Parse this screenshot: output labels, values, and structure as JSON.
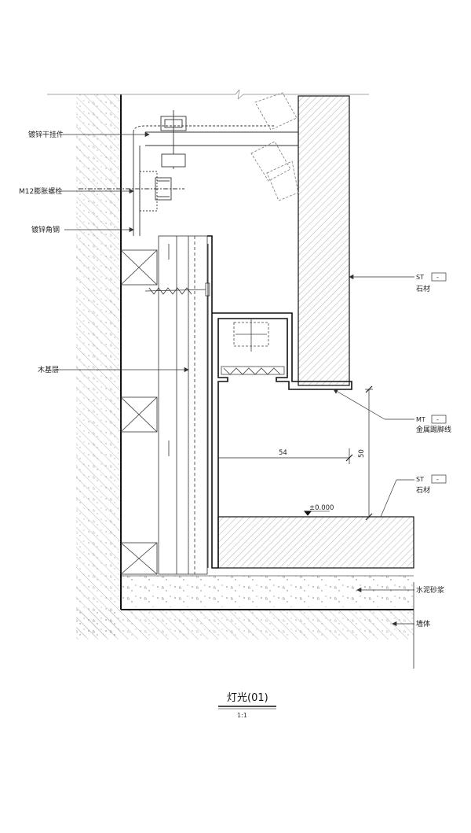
{
  "drawing": {
    "title": "灯光(01)",
    "scale": "1:1"
  },
  "labels_left": {
    "hanger": "镀锌干挂件",
    "bolt": "M12膨胀螺栓",
    "angle": "镀锌角钢",
    "wood_base": "木基层"
  },
  "labels_right": {
    "stone_top_code": "ST",
    "stone_top_dash": "-",
    "stone_top_name": "石材",
    "metal_code": "MT",
    "metal_dash": "-",
    "metal_name": "金属踢脚线",
    "stone_floor_code": "ST",
    "stone_floor_dash": "-",
    "stone_floor_name": "石材",
    "mortar": "水泥砂浆",
    "wall": "墙体"
  },
  "dimensions": {
    "horizontal": "54",
    "vertical": "50",
    "level": "±0.000"
  }
}
